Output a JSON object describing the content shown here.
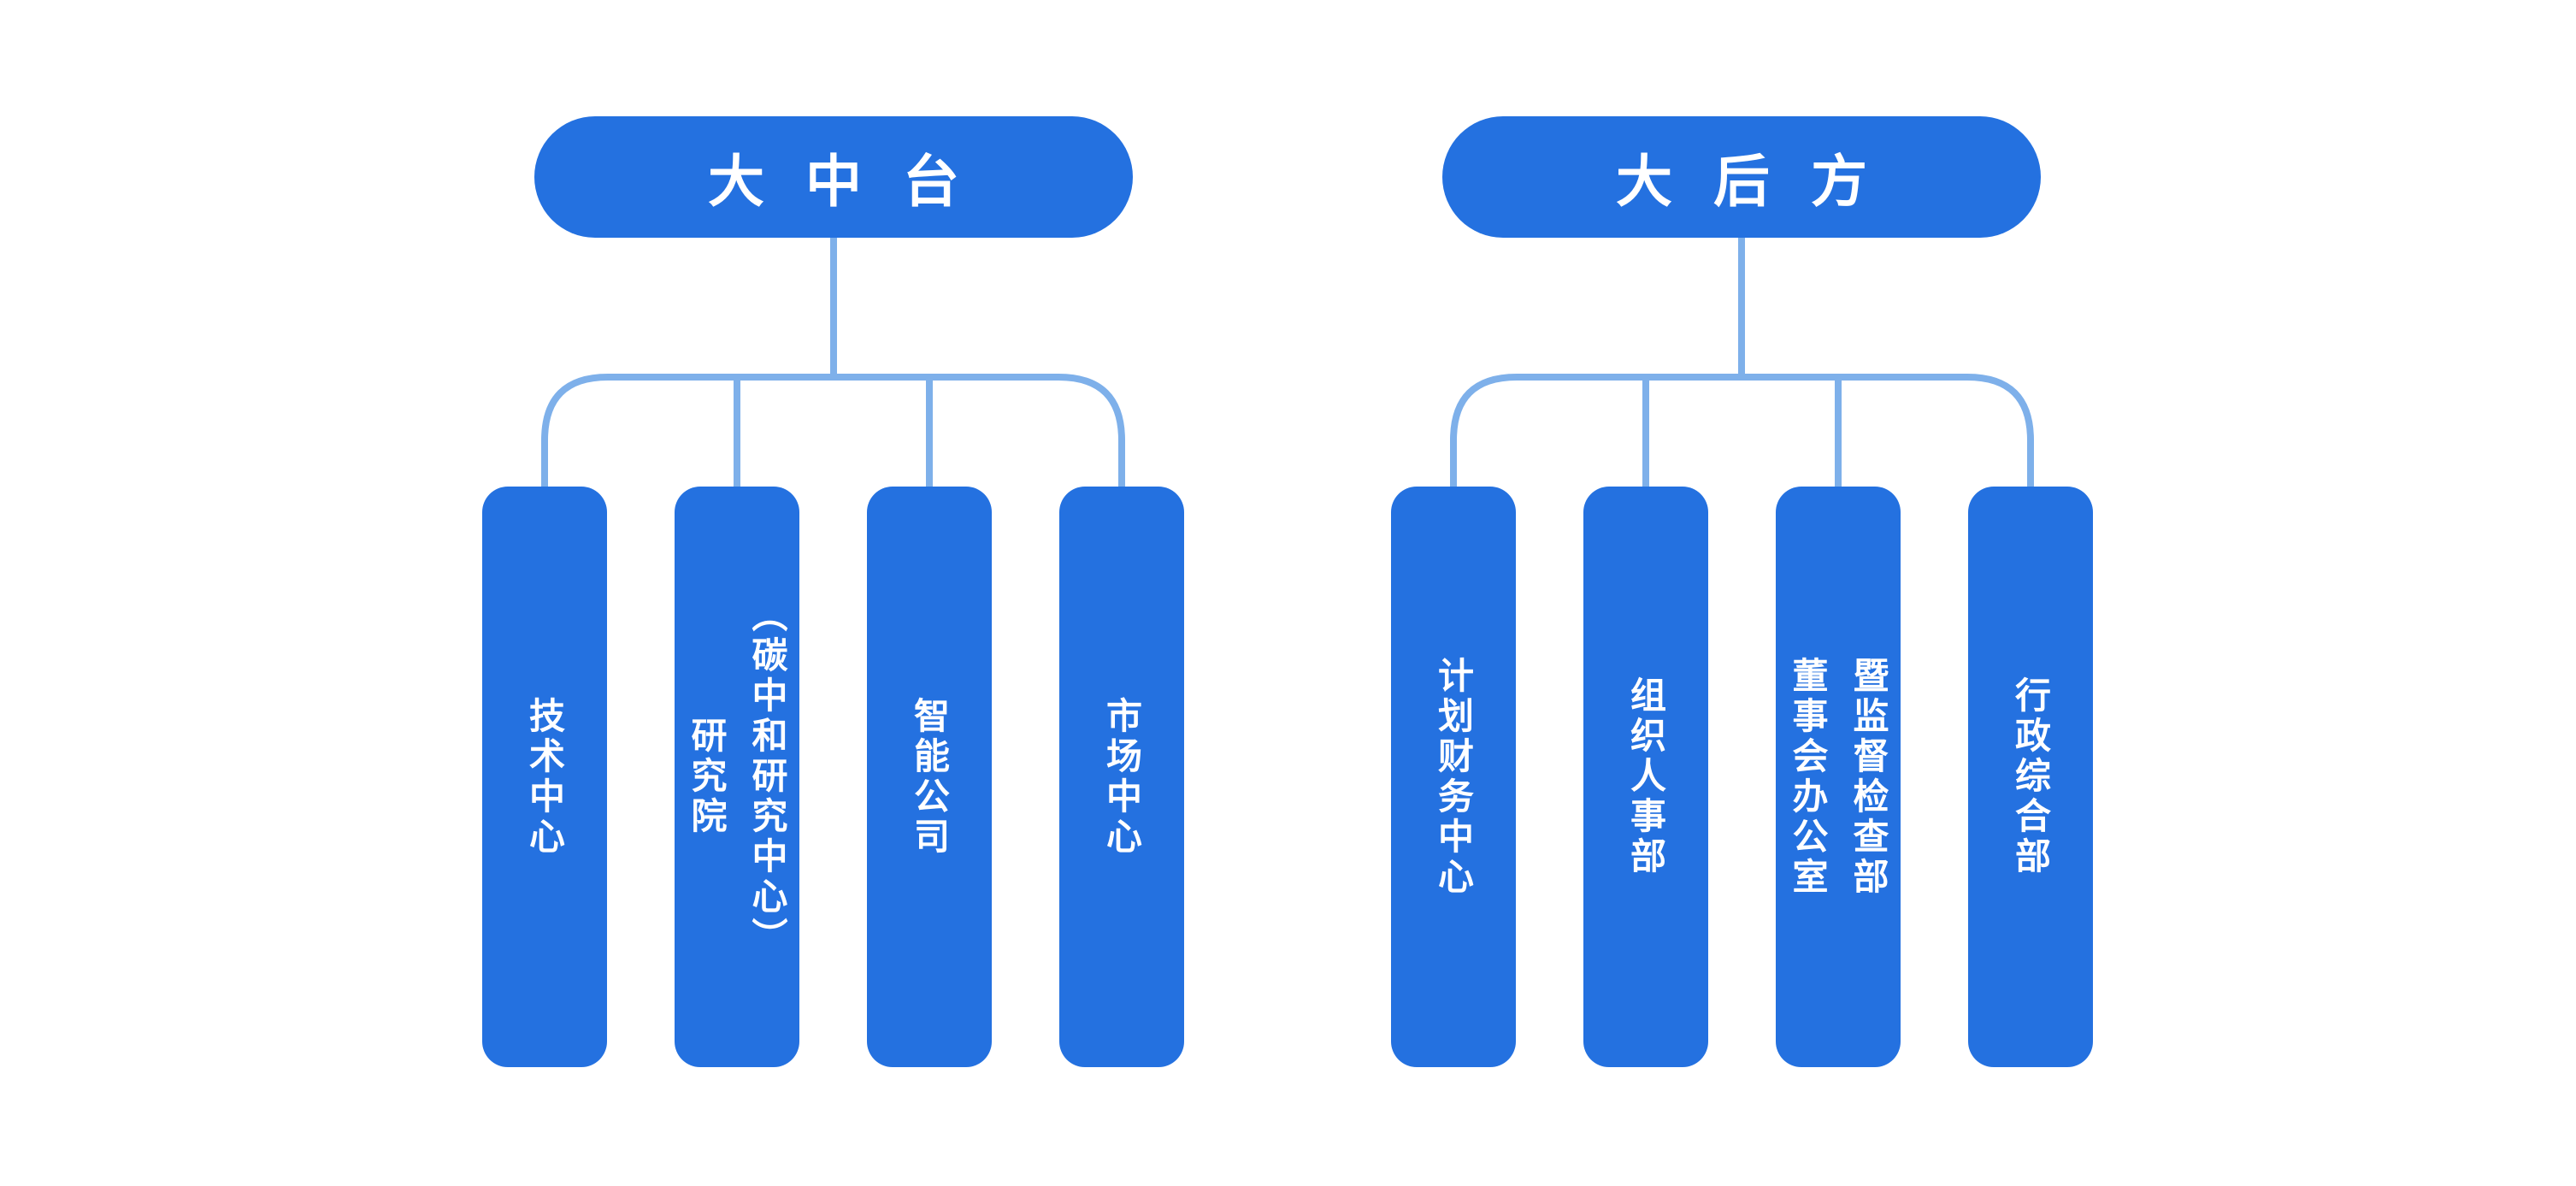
{
  "diagram": {
    "type": "org-chart",
    "background": "#FFFFFF",
    "node_color": "#2471E0",
    "connector_color": "#7EB0EA",
    "text_color": "#FFFFFF",
    "groups": [
      {
        "root": "大中台",
        "children": [
          {
            "label": "技术中心",
            "lines": [
              "技术中心"
            ]
          },
          {
            "label": "研究院（碳中和研究中心）",
            "lines": [
              "研究院",
              "（碳中和研究中心）"
            ]
          },
          {
            "label": "智能公司",
            "lines": [
              "智能公司"
            ]
          },
          {
            "label": "市场中心",
            "lines": [
              "市场中心"
            ]
          }
        ]
      },
      {
        "root": "大后方",
        "children": [
          {
            "label": "计划财务中心",
            "lines": [
              "计划财务中心"
            ]
          },
          {
            "label": "组织人事部",
            "lines": [
              "组织人事部"
            ]
          },
          {
            "label": "董事会办公室暨监督检查部",
            "lines": [
              "董事会办公室",
              "暨监督检查部"
            ]
          },
          {
            "label": "行政综合部",
            "lines": [
              "行政综合部"
            ]
          }
        ]
      }
    ]
  }
}
